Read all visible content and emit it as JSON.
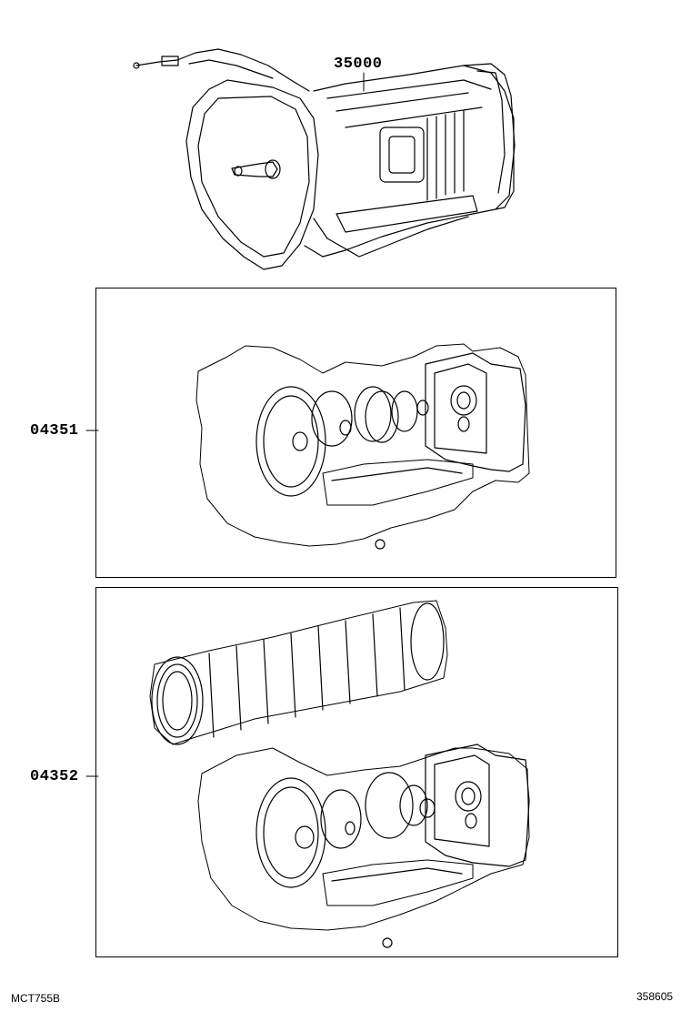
{
  "parts": {
    "transmission": "35000",
    "gasket_kit": "04351",
    "overhaul_kit": "04352"
  },
  "footer": {
    "left_code": "MCT755B",
    "right_code": "358605"
  }
}
